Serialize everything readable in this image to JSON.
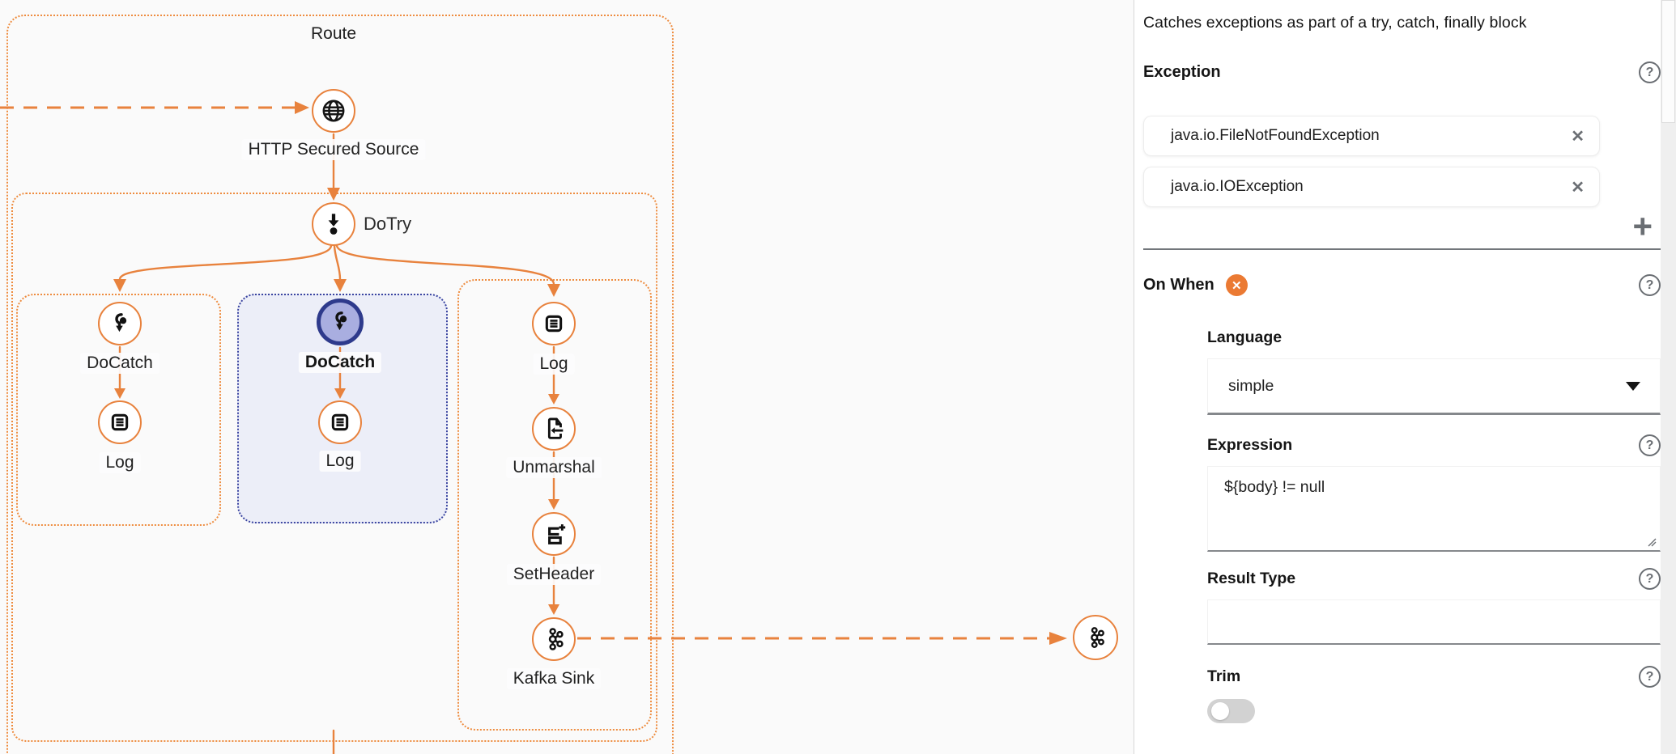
{
  "colors": {
    "accent_orange": "#E8823D",
    "dotted_orange": "#EE8C3F",
    "selection_navy": "#2E3A8C",
    "selection_node_fill": "#A9AEE0",
    "selection_container_fill": "#ECEEF8",
    "canvas_bg": "#FAFAFA"
  },
  "canvas": {
    "route_label": "Route",
    "nodes": {
      "http_source": {
        "label": "HTTP Secured Source"
      },
      "dotry": {
        "label": "DoTry"
      },
      "docatch_1": {
        "label": "DoCatch"
      },
      "log_1": {
        "label": "Log"
      },
      "docatch_selected": {
        "label": "DoCatch"
      },
      "log_2": {
        "label": "Log"
      },
      "log_3": {
        "label": "Log"
      },
      "unmarshal": {
        "label": "Unmarshal"
      },
      "setheader": {
        "label": "SetHeader"
      },
      "kafka_sink": {
        "label": "Kafka Sink"
      }
    }
  },
  "panel": {
    "description": "Catches exceptions as part of a try, catch, finally block",
    "help_glyph": "?",
    "exception": {
      "label": "Exception",
      "items": [
        "java.io.FileNotFoundException",
        "java.io.IOException"
      ],
      "remove_glyph": "✕",
      "add_glyph": "+"
    },
    "on_when": {
      "label": "On When",
      "remove_glyph": "✕",
      "language": {
        "label": "Language",
        "value": "simple"
      },
      "expression": {
        "label": "Expression",
        "value": "${body} != null"
      },
      "result_type": {
        "label": "Result Type",
        "value": ""
      },
      "trim": {
        "label": "Trim",
        "state": "off"
      }
    }
  }
}
